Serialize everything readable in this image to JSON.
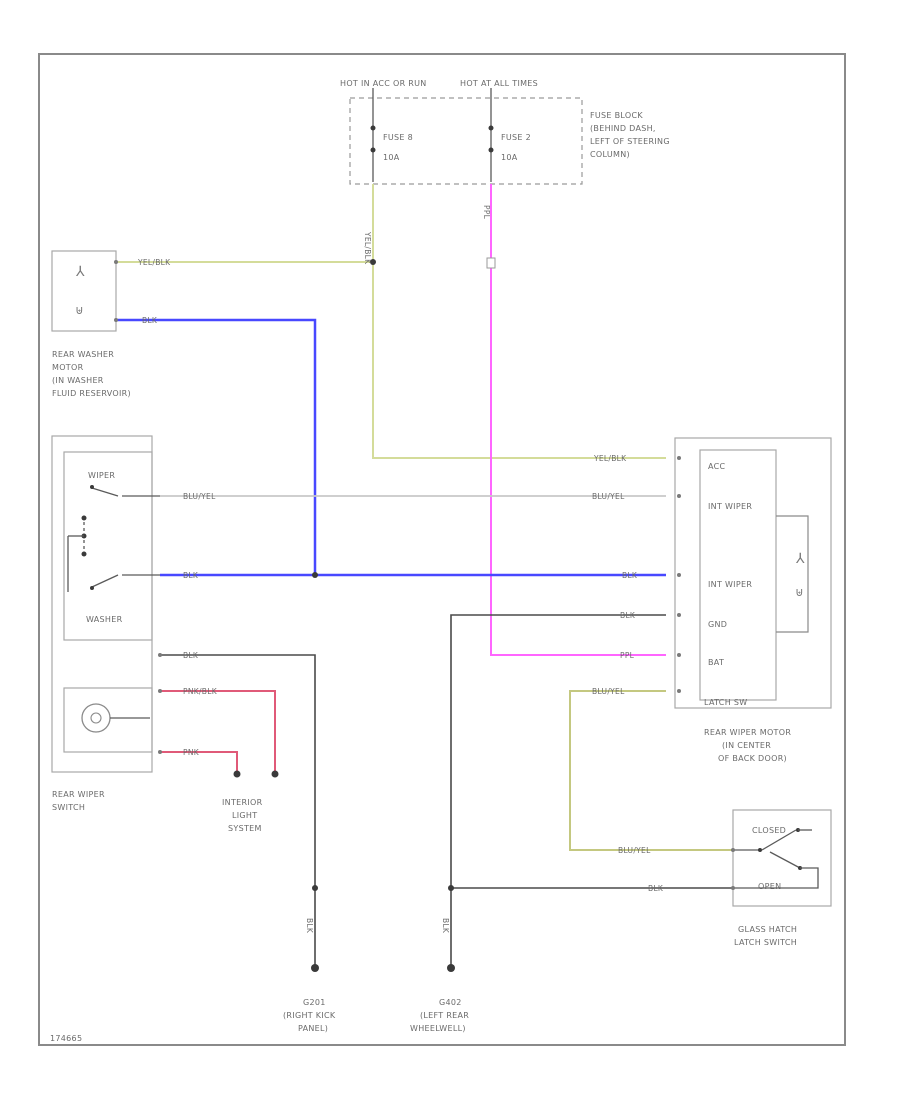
{
  "fuse_block": {
    "hot_acc": "HOT IN ACC OR RUN",
    "hot_all": "HOT AT ALL TIMES",
    "fuse1_name": "FUSE 8",
    "fuse1_amp": "10A",
    "fuse2_name": "FUSE 2",
    "fuse2_amp": "10A",
    "location_l1": "FUSE BLOCK",
    "location_l2": "(BEHIND DASH,",
    "location_l3": "LEFT OF STEERING",
    "location_l4": "COLUMN)"
  },
  "washer_motor": {
    "label_l1": "REAR WASHER",
    "label_l2": "MOTOR",
    "label_l3": "(IN WASHER",
    "label_l4": "FLUID RESERVOIR)"
  },
  "rear_wiper_switch": {
    "wiper": "WIPER",
    "washer": "WASHER",
    "label_l1": "REAR WIPER",
    "label_l2": "SWITCH"
  },
  "interior_light": {
    "label_l1": "INTERIOR",
    "label_l2": "LIGHT",
    "label_l3": "SYSTEM"
  },
  "wiper_motor": {
    "pin_acc": "ACC",
    "pin_int1": "INT WIPER",
    "pin_int2": "INT WIPER",
    "pin_gnd": "GND",
    "pin_bat": "BAT",
    "pin_latch": "LATCH SW",
    "label_l1": "REAR WIPER MOTOR",
    "label_l2": "(IN CENTER",
    "label_l3": "OF BACK DOOR)"
  },
  "latch_switch": {
    "closed": "CLOSED",
    "open": "OPEN",
    "label_l1": "GLASS HATCH",
    "label_l2": "LATCH SWITCH"
  },
  "grounds": {
    "g1_id": "G201",
    "g1_l1": "(RIGHT KICK",
    "g1_l2": "PANEL)",
    "g2_id": "G402",
    "g2_l1": "(LEFT REAR",
    "g2_l2": "WHEELWELL)"
  },
  "wires": {
    "yel_blk": "YEL/BLK",
    "blk": "BLK",
    "blu_yel": "BLU/YEL",
    "ppl": "PPL",
    "pnk_blk": "PNK/BLK",
    "pnk": "PNK"
  },
  "figure_id": "174665",
  "wire_colors": {
    "yel_blk": "#d4dc9a",
    "blk_blue": "#4848ff",
    "ppl_pink": "#ff66ff",
    "pnk_red": "#e05a78",
    "blu_yel_olive": "#c4c880",
    "blu_yel_gray": "#c8c8c8",
    "black": "#4a4a4a"
  }
}
